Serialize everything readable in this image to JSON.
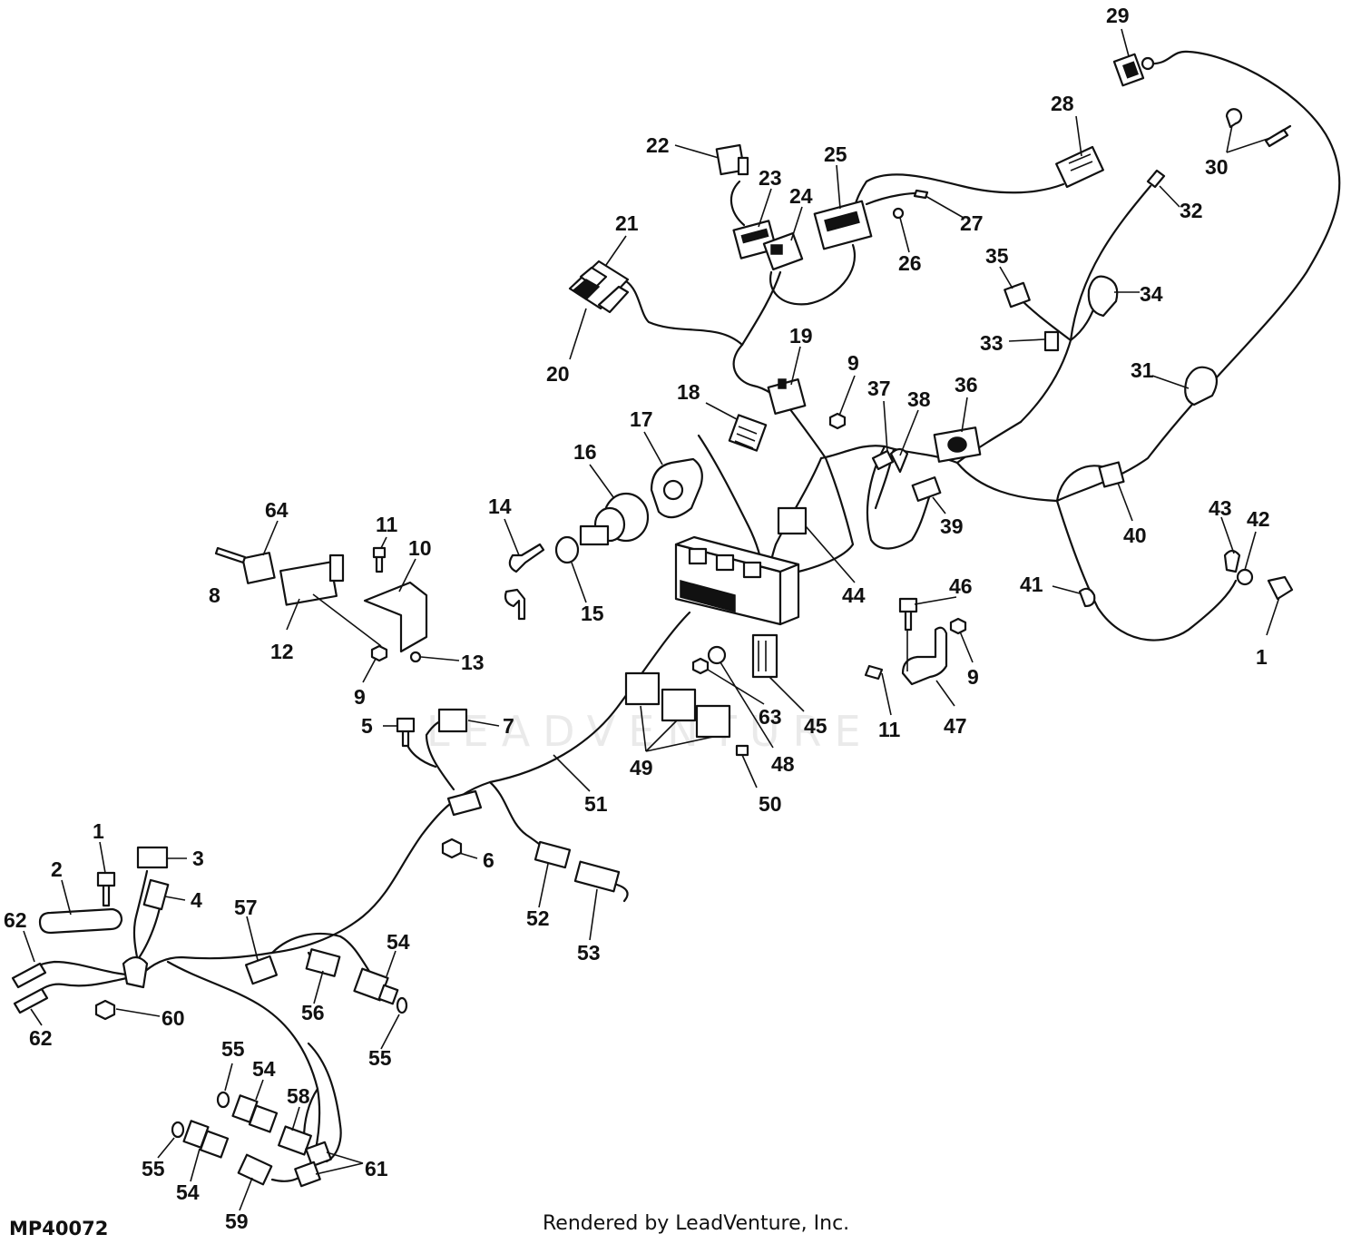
{
  "drawing_id": "MP40072",
  "footer_credit": "Rendered by LeadVenture, Inc.",
  "watermark_text": "LEADVENTURE",
  "callouts": [
    {
      "key": "c29",
      "label": "29"
    },
    {
      "key": "c28",
      "label": "28"
    },
    {
      "key": "c30",
      "label": "30"
    },
    {
      "key": "c22",
      "label": "22"
    },
    {
      "key": "c23",
      "label": "23"
    },
    {
      "key": "c24",
      "label": "24"
    },
    {
      "key": "c25",
      "label": "25"
    },
    {
      "key": "c27",
      "label": "27"
    },
    {
      "key": "c26",
      "label": "26"
    },
    {
      "key": "c32",
      "label": "32"
    },
    {
      "key": "c21",
      "label": "21"
    },
    {
      "key": "c20",
      "label": "20"
    },
    {
      "key": "c35",
      "label": "35"
    },
    {
      "key": "c34",
      "label": "34"
    },
    {
      "key": "c33",
      "label": "33"
    },
    {
      "key": "c19",
      "label": "19"
    },
    {
      "key": "c31",
      "label": "31"
    },
    {
      "key": "c18",
      "label": "18"
    },
    {
      "key": "c9a",
      "label": "9"
    },
    {
      "key": "c37",
      "label": "37"
    },
    {
      "key": "c38",
      "label": "38"
    },
    {
      "key": "c36",
      "label": "36"
    },
    {
      "key": "c17",
      "label": "17"
    },
    {
      "key": "c16",
      "label": "16"
    },
    {
      "key": "c14",
      "label": "14"
    },
    {
      "key": "c39",
      "label": "39"
    },
    {
      "key": "c40",
      "label": "40"
    },
    {
      "key": "c43",
      "label": "43"
    },
    {
      "key": "c42",
      "label": "42"
    },
    {
      "key": "c64",
      "label": "64"
    },
    {
      "key": "c11a",
      "label": "11"
    },
    {
      "key": "c10",
      "label": "10"
    },
    {
      "key": "c41",
      "label": "41"
    },
    {
      "key": "c46",
      "label": "46"
    },
    {
      "key": "c8",
      "label": "8"
    },
    {
      "key": "c44",
      "label": "44"
    },
    {
      "key": "c15",
      "label": "15"
    },
    {
      "key": "c12",
      "label": "12"
    },
    {
      "key": "c1a",
      "label": "1"
    },
    {
      "key": "c13",
      "label": "13"
    },
    {
      "key": "c9b",
      "label": "9"
    },
    {
      "key": "c9c",
      "label": "9"
    },
    {
      "key": "c63",
      "label": "63"
    },
    {
      "key": "c5",
      "label": "5"
    },
    {
      "key": "c7",
      "label": "7"
    },
    {
      "key": "c45",
      "label": "45"
    },
    {
      "key": "c11b",
      "label": "11"
    },
    {
      "key": "c47",
      "label": "47"
    },
    {
      "key": "c48",
      "label": "48"
    },
    {
      "key": "c49",
      "label": "49"
    },
    {
      "key": "c50",
      "label": "50"
    },
    {
      "key": "c51",
      "label": "51"
    },
    {
      "key": "c1b",
      "label": "1"
    },
    {
      "key": "c3",
      "label": "3"
    },
    {
      "key": "c6",
      "label": "6"
    },
    {
      "key": "c2",
      "label": "2"
    },
    {
      "key": "c4",
      "label": "4"
    },
    {
      "key": "c57",
      "label": "57"
    },
    {
      "key": "c52",
      "label": "52"
    },
    {
      "key": "c62a",
      "label": "62"
    },
    {
      "key": "c54a",
      "label": "54"
    },
    {
      "key": "c53",
      "label": "53"
    },
    {
      "key": "c60",
      "label": "60"
    },
    {
      "key": "c56",
      "label": "56"
    },
    {
      "key": "c62b",
      "label": "62"
    },
    {
      "key": "c55a",
      "label": "55"
    },
    {
      "key": "c55b",
      "label": "55"
    },
    {
      "key": "c54b",
      "label": "54"
    },
    {
      "key": "c58",
      "label": "58"
    },
    {
      "key": "c61",
      "label": "61"
    },
    {
      "key": "c55c",
      "label": "55"
    },
    {
      "key": "c54c",
      "label": "54"
    },
    {
      "key": "c59",
      "label": "59"
    }
  ]
}
